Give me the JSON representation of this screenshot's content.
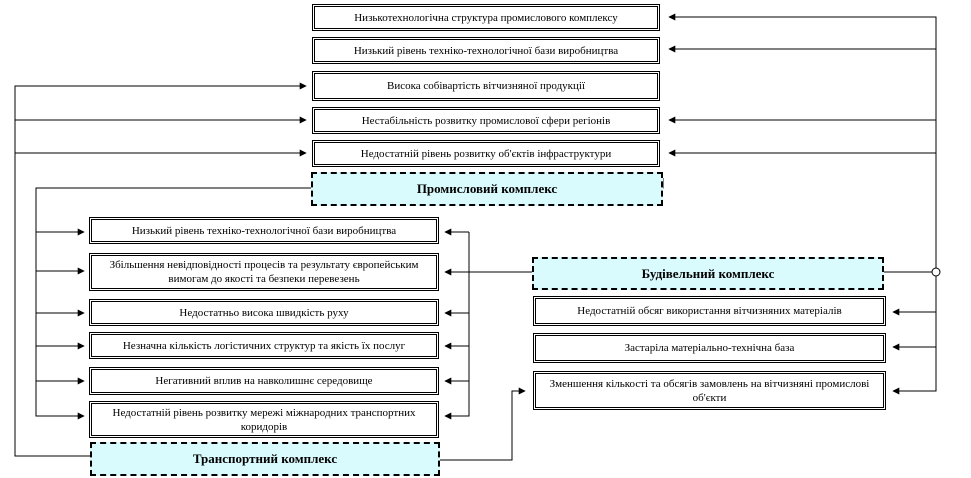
{
  "hubs": {
    "industrial": "Промисловий комплекс",
    "construction": "Будівельний комплекс",
    "transport": "Транспортний комплекс"
  },
  "industrial_factors": [
    "Низькотехнологічна структура промислового комплексу",
    "Низький рівень техніко-технологічної бази виробництва",
    "Висока собівартість вітчизняної продукції",
    "Нестабільність розвитку промислової сфери регіонів",
    "Недостатній рівень розвитку об'єктів інфраструктури"
  ],
  "transport_factors": [
    "Низький рівень техніко-технологічної бази виробництва",
    "Збільшення невідповідності процесів та результату європейським вимогам до якості та безпеки перевезень",
    "Недостатньо висока швидкість руху",
    "Незначна кількість логістичних структур та якість їх послуг",
    "Негативний вплив на навколишнє середовище",
    "Недостатній рівень розвитку мережі міжнародних транспортних коридорів"
  ],
  "construction_factors": [
    "Недостатній обсяг використання вітчизняних матеріалів",
    "Застаріла матеріально-технічна база",
    "Зменшення кількості та обсягів замовлень на вітчизняні промислові об'єкти"
  ]
}
